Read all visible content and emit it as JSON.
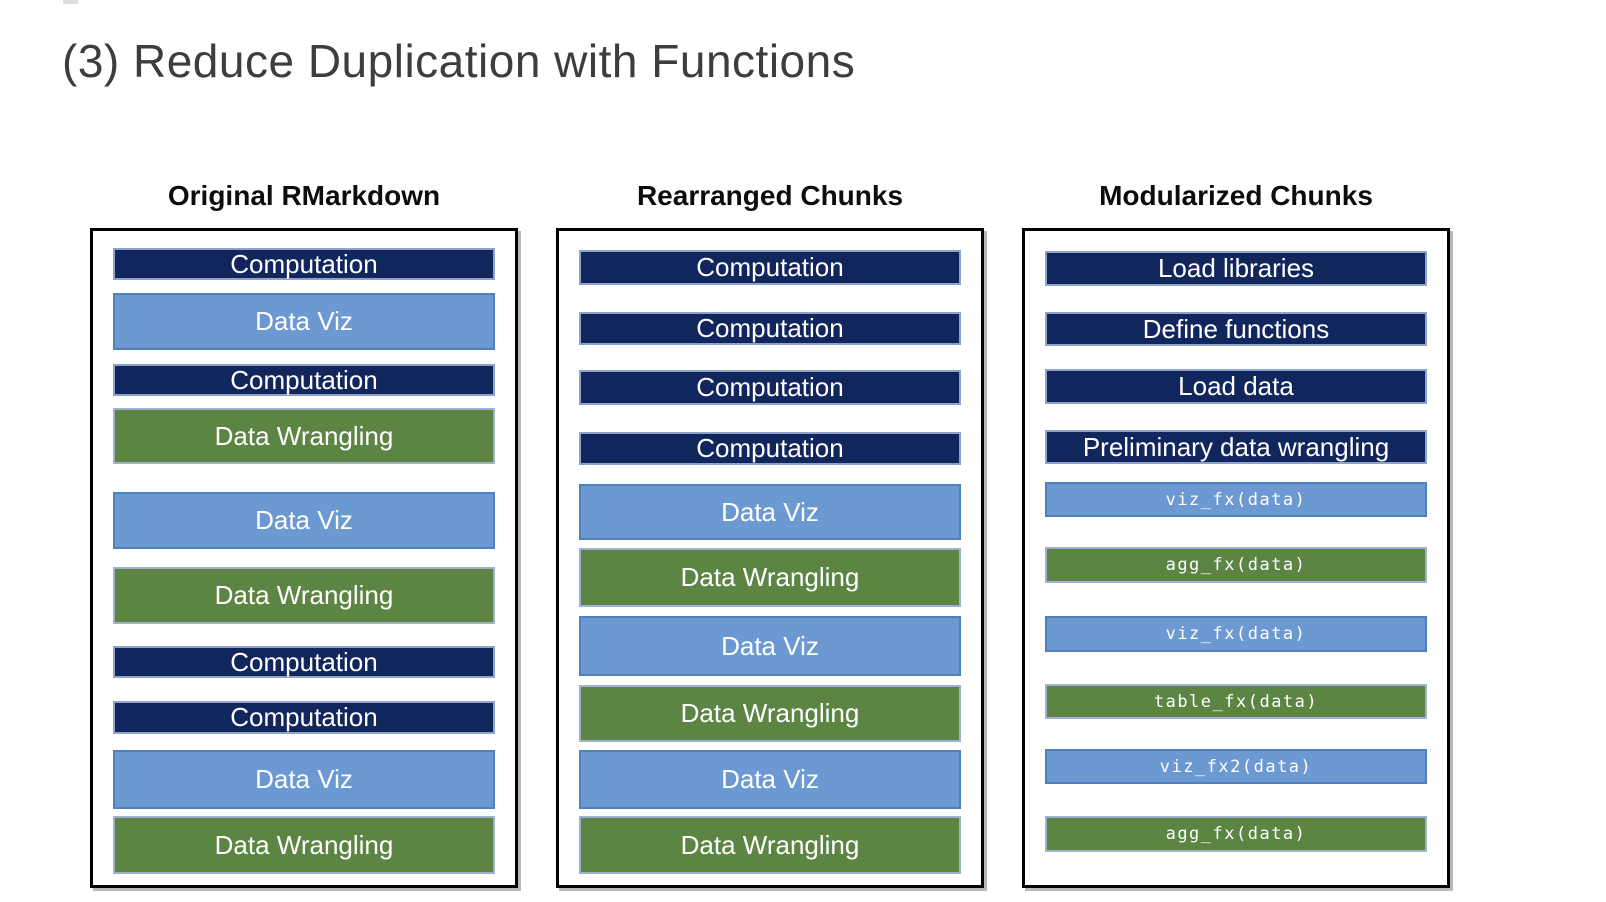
{
  "title": "(3) Reduce Duplication with Functions",
  "colors": {
    "navy": "#12265e",
    "navy_border": "#8fa3c9",
    "blue": "#6c99d1",
    "blue_border": "#4e7fbe",
    "green": "#5c8544",
    "green_border": "#9fb0d0",
    "box_border": "#000000",
    "title_color": "#3d3d3d",
    "header_color": "#0d0d0d",
    "block_text_color": "#ffffff"
  },
  "columns": [
    {
      "header": "Original RMarkdown",
      "blocks": [
        {
          "label": "Computation",
          "color": "navy",
          "mono": false
        },
        {
          "label": "Data Viz",
          "color": "blue",
          "mono": false
        },
        {
          "label": "Computation",
          "color": "navy",
          "mono": false
        },
        {
          "label": "Data Wrangling",
          "color": "green",
          "mono": false
        },
        {
          "label": "Data Viz",
          "color": "blue",
          "mono": false
        },
        {
          "label": "Data Wrangling",
          "color": "green",
          "mono": false
        },
        {
          "label": "Computation",
          "color": "navy",
          "mono": false
        },
        {
          "label": "Computation",
          "color": "navy",
          "mono": false
        },
        {
          "label": "Data Viz",
          "color": "blue",
          "mono": false
        },
        {
          "label": "Data Wrangling",
          "color": "green",
          "mono": false
        }
      ]
    },
    {
      "header": "Rearranged Chunks",
      "blocks": [
        {
          "label": "Computation",
          "color": "navy",
          "mono": false
        },
        {
          "label": "Computation",
          "color": "navy",
          "mono": false
        },
        {
          "label": "Computation",
          "color": "navy",
          "mono": false
        },
        {
          "label": "Computation",
          "color": "navy",
          "mono": false
        },
        {
          "label": "Data Viz",
          "color": "blue",
          "mono": false
        },
        {
          "label": "Data Wrangling",
          "color": "green",
          "mono": false
        },
        {
          "label": "Data Viz",
          "color": "blue",
          "mono": false
        },
        {
          "label": "Data Wrangling",
          "color": "green",
          "mono": false
        },
        {
          "label": "Data Viz",
          "color": "blue",
          "mono": false
        },
        {
          "label": "Data Wrangling",
          "color": "green",
          "mono": false
        }
      ]
    },
    {
      "header": "Modularized Chunks",
      "blocks": [
        {
          "label": "Load libraries",
          "color": "navy",
          "mono": false
        },
        {
          "label": "Define functions",
          "color": "navy",
          "mono": false
        },
        {
          "label": "Load data",
          "color": "navy",
          "mono": false
        },
        {
          "label": "Preliminary data wrangling",
          "color": "navy",
          "mono": false
        },
        {
          "label": "viz_fx(data)",
          "color": "blue",
          "mono": true
        },
        {
          "label": "agg_fx(data)",
          "color": "green",
          "mono": true
        },
        {
          "label": "viz_fx(data)",
          "color": "blue",
          "mono": true
        },
        {
          "label": "table_fx(data)",
          "color": "green",
          "mono": true
        },
        {
          "label": "viz_fx2(data)",
          "color": "blue",
          "mono": true
        },
        {
          "label": "agg_fx(data)",
          "color": "green",
          "mono": true
        }
      ]
    }
  ]
}
